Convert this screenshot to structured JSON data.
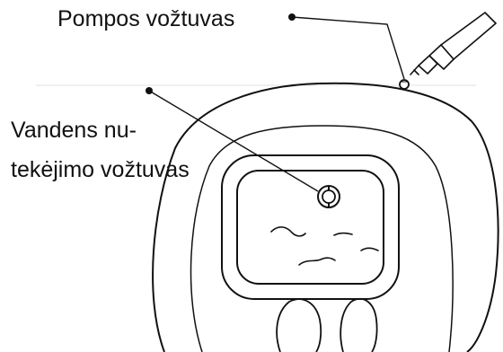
{
  "labels": {
    "pump_valve": "Pompos vožtuvas",
    "drain_valve_line1": "Vandens nu-",
    "drain_valve_line2": "tekėjimo vožtuvas"
  },
  "colors": {
    "ink": "#111111",
    "background": "#ffffff"
  }
}
